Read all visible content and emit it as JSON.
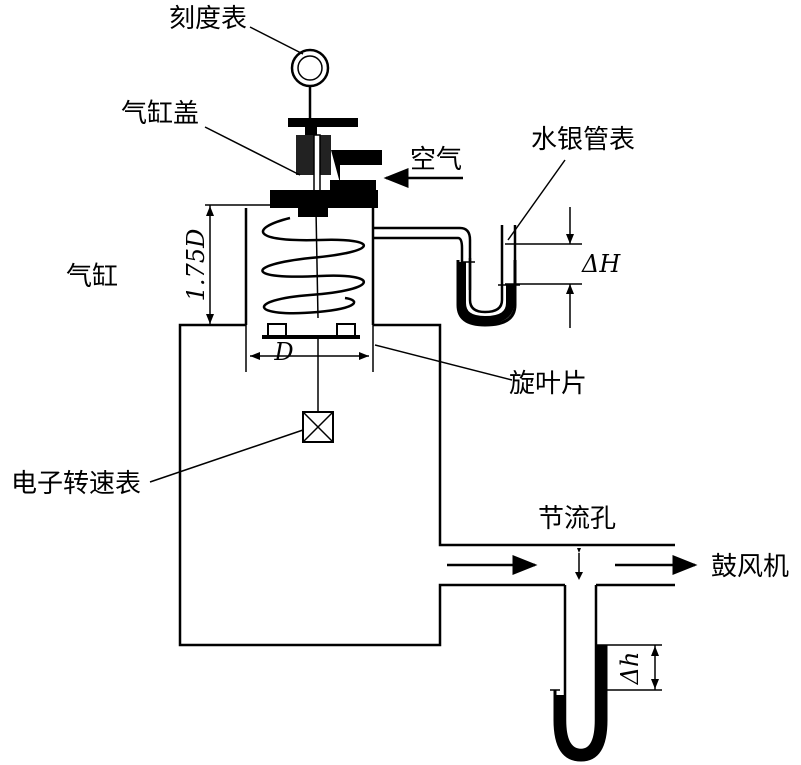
{
  "labels": {
    "dial_gauge": "刻度表",
    "cylinder_cover": "气缸盖",
    "air": "空气",
    "mercury_manometer": "水银管表",
    "cylinder": "气缸",
    "height_dim": "1.75D",
    "diameter_dim": "D",
    "delta_H": "ΔH",
    "rotor_vane": "旋叶片",
    "tachometer": "电子转速表",
    "orifice": "节流孔",
    "blower": "鼓风机",
    "delta_h": "Δh"
  }
}
